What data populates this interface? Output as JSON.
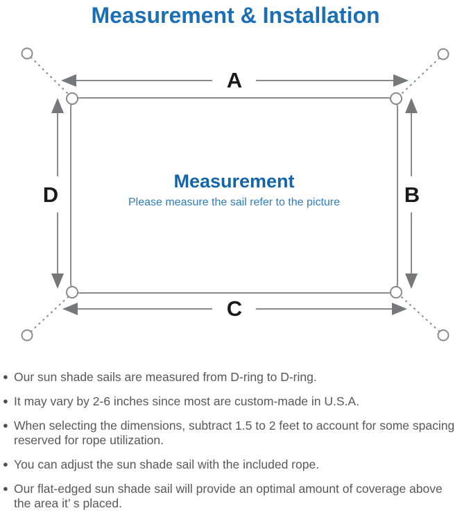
{
  "title": "Measurement & Installation",
  "bullet_glyph": "●",
  "colors": {
    "title_blue": "#1b6fb5",
    "diagram_heading_blue": "#1565ab",
    "diagram_subheading_blue": "#2e7cbe",
    "line_gray": "#8a8a8a",
    "arrowhead_gray": "#76777a",
    "note_text_gray": "#58585a",
    "dimension_label_black": "#1a1a1a"
  },
  "diagram": {
    "heading": "Measurement",
    "subheading": "Please measure the sail refer to the picture",
    "labels": {
      "top": "A",
      "right": "B",
      "bottom": "C",
      "left": "D"
    }
  },
  "notes": [
    {
      "lines": [
        "Our sun shade sails are measured from D-ring to D-ring."
      ]
    },
    {
      "lines": [
        "It may vary by 2-6 inches since most are custom-made in U.S.A."
      ]
    },
    {
      "lines": [
        "When selecting the dimensions, subtract 1.5 to 2 feet to account for some spacing",
        "reserved for rope utilization."
      ]
    },
    {
      "lines": [
        "You can adjust the sun shade sail with the included rope."
      ]
    },
    {
      "lines": [
        "Our flat-edged sun shade sail will provide an optimal amount of coverage above",
        "the area it’ s placed."
      ]
    }
  ]
}
